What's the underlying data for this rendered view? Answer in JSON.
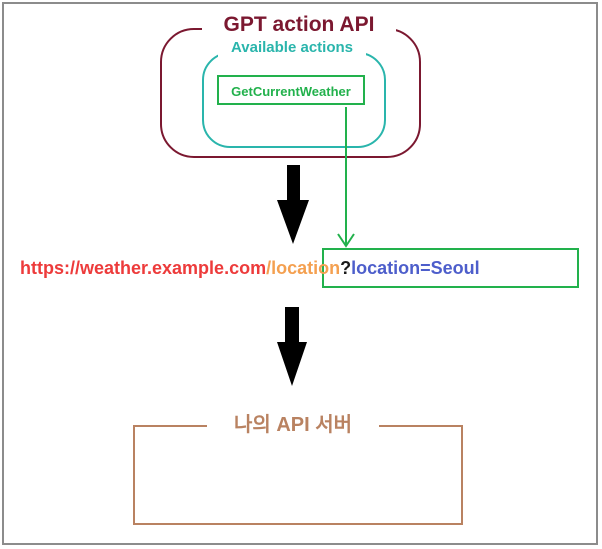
{
  "diagram": {
    "gpt_action_api_label": "GPT action API",
    "available_actions_label": "Available actions",
    "action_name": "GetCurrentWeather",
    "url": {
      "base": "https://weather.example.com",
      "path": "/location",
      "query_separator": "?",
      "query": "location=Seoul"
    },
    "server_label": "나의 API 서버"
  },
  "colors": {
    "gpt_api": "#7b1830",
    "actions": "#2ab5ac",
    "action_item": "#22b14c",
    "url_base": "#ed3b3b",
    "url_path": "#f4a050",
    "url_query": "#4d5ecb",
    "server": "#b98261",
    "arrow": "#000000"
  }
}
